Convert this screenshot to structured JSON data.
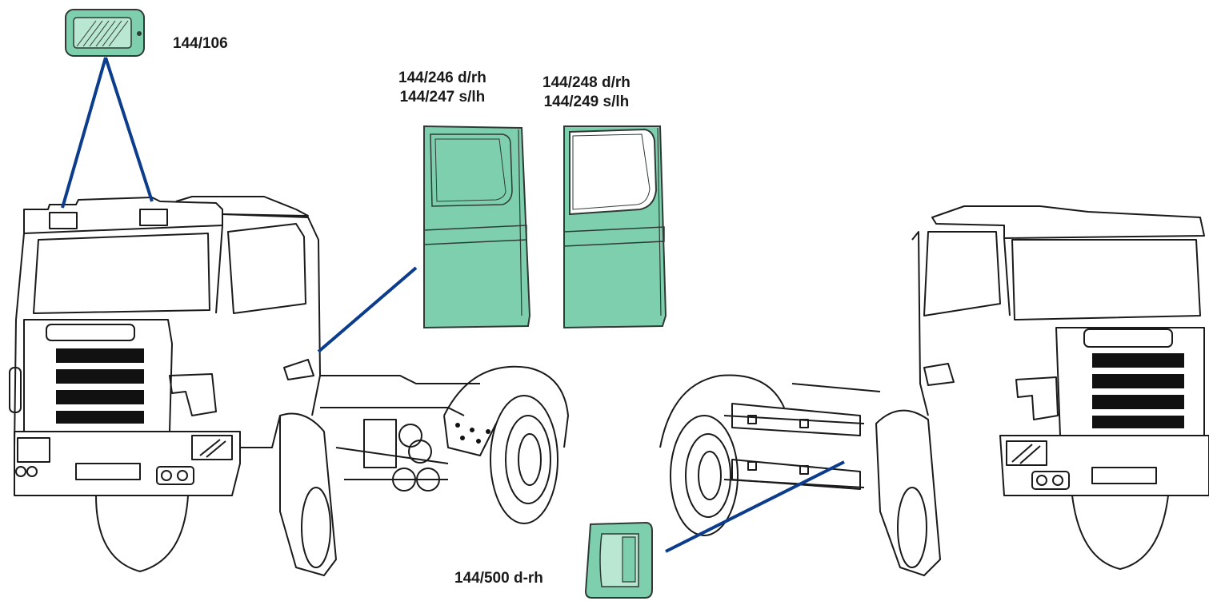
{
  "colors": {
    "part_fill": "#7ecfae",
    "part_stroke": "#2f3a36",
    "leader_line": "#0b3d8c",
    "outline": "#1a1a1a"
  },
  "labels": {
    "lamp": "144/106",
    "door_front_rh": "144/246 d/rh",
    "door_front_lh": "144/247 s/lh",
    "door_rear_rh": "144/248 d/rh",
    "door_rear_lh": "144/249 s/lh",
    "step_cover": "144/500 d-rh"
  }
}
